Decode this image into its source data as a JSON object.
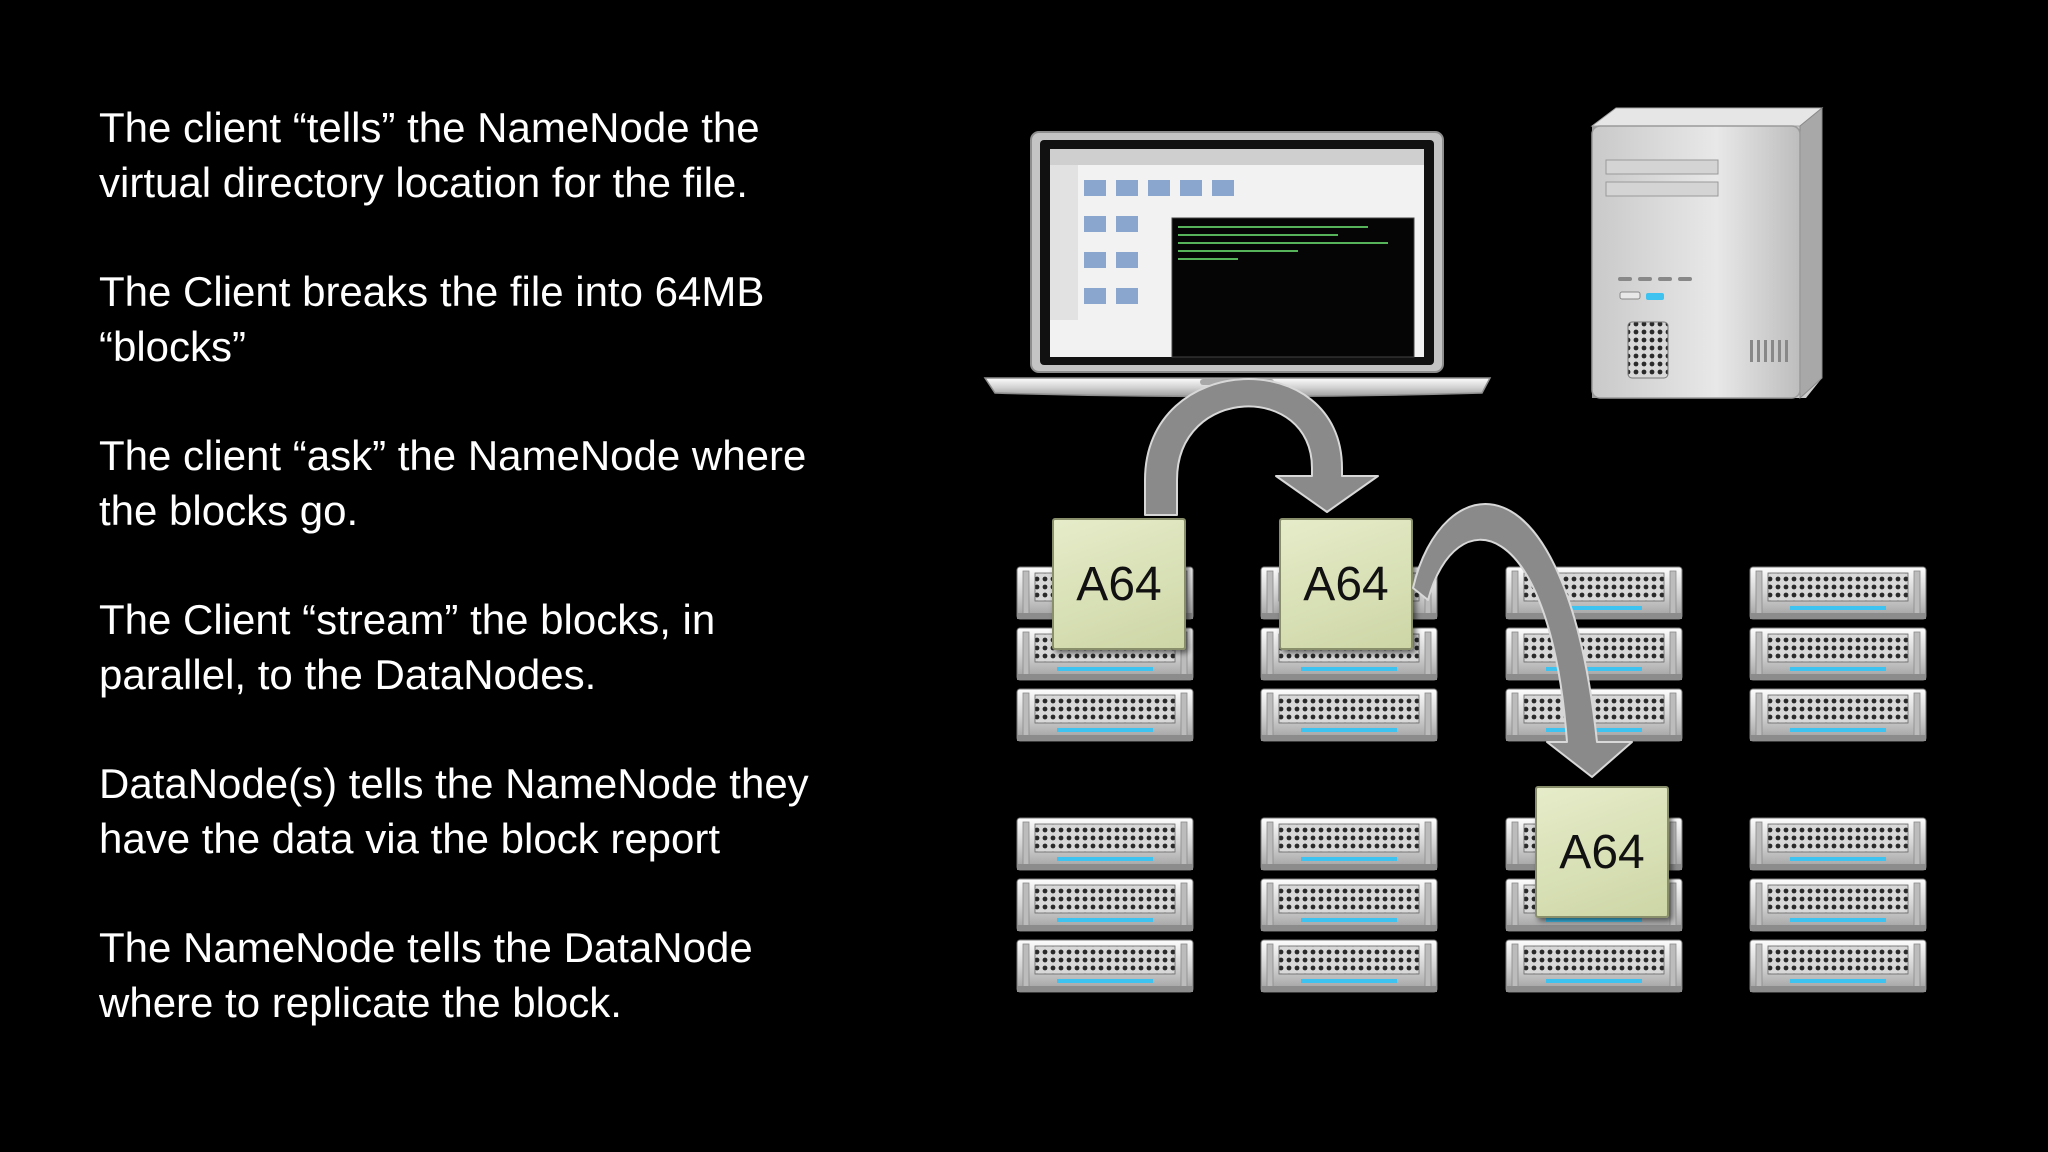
{
  "steps": [
    {
      "line1": "The client “tells” the NameNode the",
      "line2": "virtual directory location for the file."
    },
    {
      "line1": "The Client breaks the file into 64MB",
      "line2": "“blocks”"
    },
    {
      "line1": "The client “ask” the NameNode where",
      "line2": "the blocks go."
    },
    {
      "line1": "The Client “stream” the blocks, in",
      "line2": "parallel, to the DataNodes."
    },
    {
      "line1": "DataNode(s) tells the NameNode they",
      "line2": "have the data via the block report"
    },
    {
      "line1": "The NameNode tells the DataNode",
      "line2": "where to replicate the block."
    }
  ],
  "blocks": [
    {
      "label": "A64"
    },
    {
      "label": "A64"
    },
    {
      "label": "A64"
    }
  ],
  "icons": {
    "client": "laptop-icon",
    "namenode": "tower-server-icon",
    "datanode": "rack-server-icon"
  },
  "colors": {
    "background": "#000000",
    "text": "#ffffff",
    "block_fill": "#dde3bd",
    "arrow": "#8a8a8a",
    "server_led": "#3ec3f0"
  }
}
